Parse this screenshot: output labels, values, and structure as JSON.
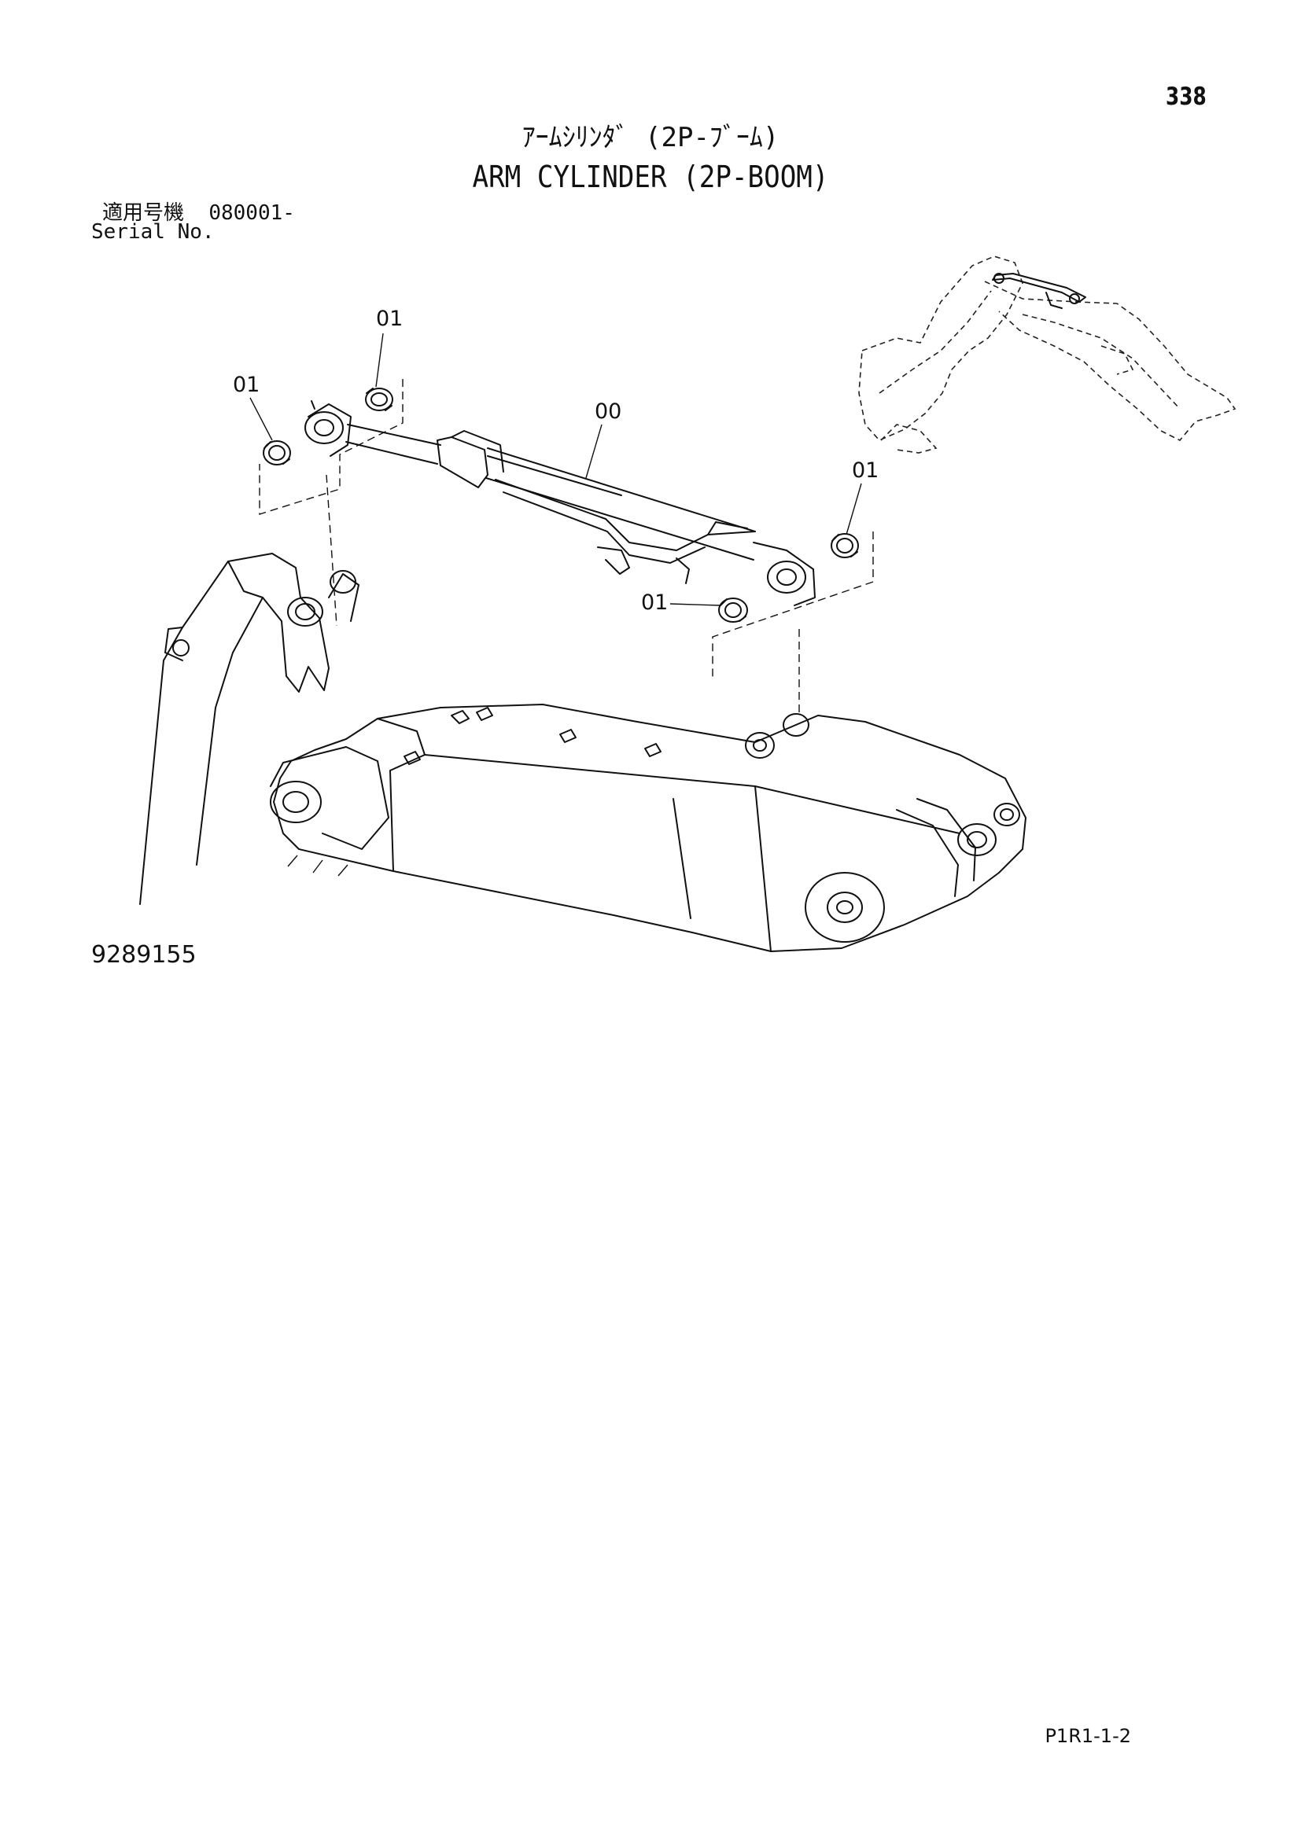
{
  "page_number": "338",
  "title_jp": "ｱｰﾑｼﾘﾝﾀﾞ (2P-ﾌﾞｰﾑ)",
  "title_en": "ARM CYLINDER (2P-BOOM)",
  "serial": {
    "label_jp": "適用号機",
    "value": "080001-",
    "label_en": "Serial No."
  },
  "drawing_number": "9289155",
  "page_ref": "P1R1-1-2",
  "callouts": [
    {
      "id": "callout-01-a",
      "text": "01"
    },
    {
      "id": "callout-01-b",
      "text": "01"
    },
    {
      "id": "callout-00",
      "text": "00"
    },
    {
      "id": "callout-01-c",
      "text": "01"
    },
    {
      "id": "callout-01-d",
      "text": "01"
    }
  ]
}
